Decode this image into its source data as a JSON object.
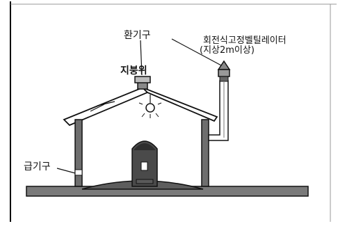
{
  "labels": {
    "exhaust_vent": "환기구",
    "roof_top": "지붕위",
    "rotary_ventilator_line1": "회전식고정벨틸레이터",
    "rotary_ventilator_line2": "(지상2m이상)",
    "supply_vent": "급기구"
  },
  "colors": {
    "ink": "#111111",
    "gray_wall": "#6e6e6e",
    "ground_gray": "#7a7a7a",
    "dark_equipment": "#4a4a4a",
    "background": "#ffffff"
  }
}
